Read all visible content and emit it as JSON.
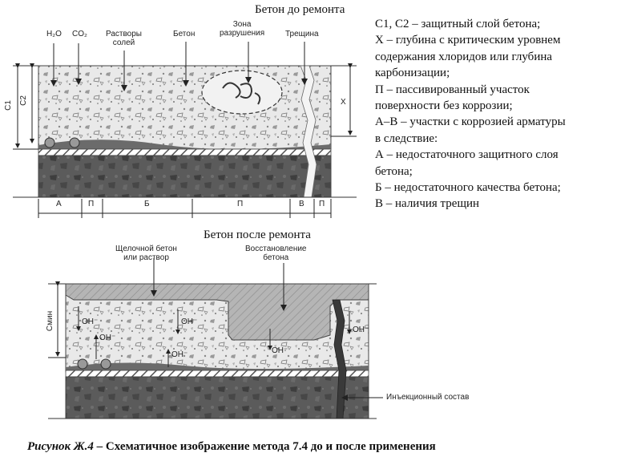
{
  "top": {
    "heading": "Бетон до ремонта",
    "labels": {
      "h2o": "H₂O",
      "co2": "CO₂",
      "salts": "Растворы\nсолей",
      "concrete": "Бетон",
      "zone": "Зона\nразрушения",
      "crack": "Трещина"
    },
    "dims": {
      "c1": "C1",
      "c2": "C2",
      "x": "X"
    },
    "segments": [
      "А",
      "П",
      "Б",
      "П",
      "В",
      "П"
    ]
  },
  "legend": [
    "C1, C2 – защитный слой бетона;",
    "X – глубина с критическим уровнем",
    "содержания хлоридов или глубина",
    "карбонизации;",
    "П – пассивированный участок",
    "поверхности без коррозии;",
    "А–В – участки с коррозией арматуры",
    "в следствие:",
    "А – недостаточного защитного слоя",
    "бетона;",
    "Б – недостаточного качества бетона;",
    "В – наличия трещин"
  ],
  "bottom": {
    "heading": "Бетон после ремонта",
    "labels": {
      "alkaline": "Щелочной бетон\nили раствор",
      "restore": "Восстановление\nбетона",
      "injection": "Инъекционный состав",
      "oh": "OH⁻"
    },
    "dims": {
      "cmin": "Cмин"
    }
  },
  "caption": {
    "prefix": "Рисунок Ж.4",
    "text": " – Схематичное изображение метода 7.4 до и после применения"
  }
}
